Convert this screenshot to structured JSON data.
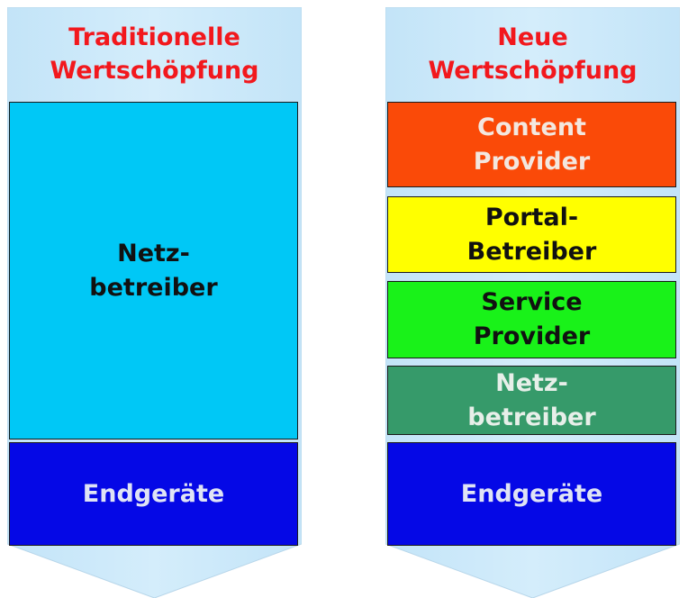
{
  "diagram": {
    "left_column": {
      "title": "Traditionelle\nWertschöpfung",
      "layers": [
        {
          "label": "Netz-\nbetreiber",
          "color": "#00c8f6",
          "text_color": "#111111"
        },
        {
          "label": "Endgeräte",
          "color": "#0508e6",
          "text_color": "#dfe3f5"
        }
      ]
    },
    "right_column": {
      "title": "Neue\nWertschöpfung",
      "layers": [
        {
          "label": "Content\nProvider",
          "color": "#fa4a08",
          "text_color": "#f3e7df"
        },
        {
          "label": "Portal-\nBetreiber",
          "color": "#ffff00",
          "text_color": "#111111"
        },
        {
          "label": "Service\nProvider",
          "color": "#19f219",
          "text_color": "#111111"
        },
        {
          "label": "Netz-\nbetreiber",
          "color": "#369a6a",
          "text_color": "#e7efe9"
        },
        {
          "label": "Endgeräte",
          "color": "#0508e6",
          "text_color": "#dfe3f5"
        }
      ]
    },
    "arrow_color": "#cce9fa",
    "title_color": "#f2181d"
  }
}
